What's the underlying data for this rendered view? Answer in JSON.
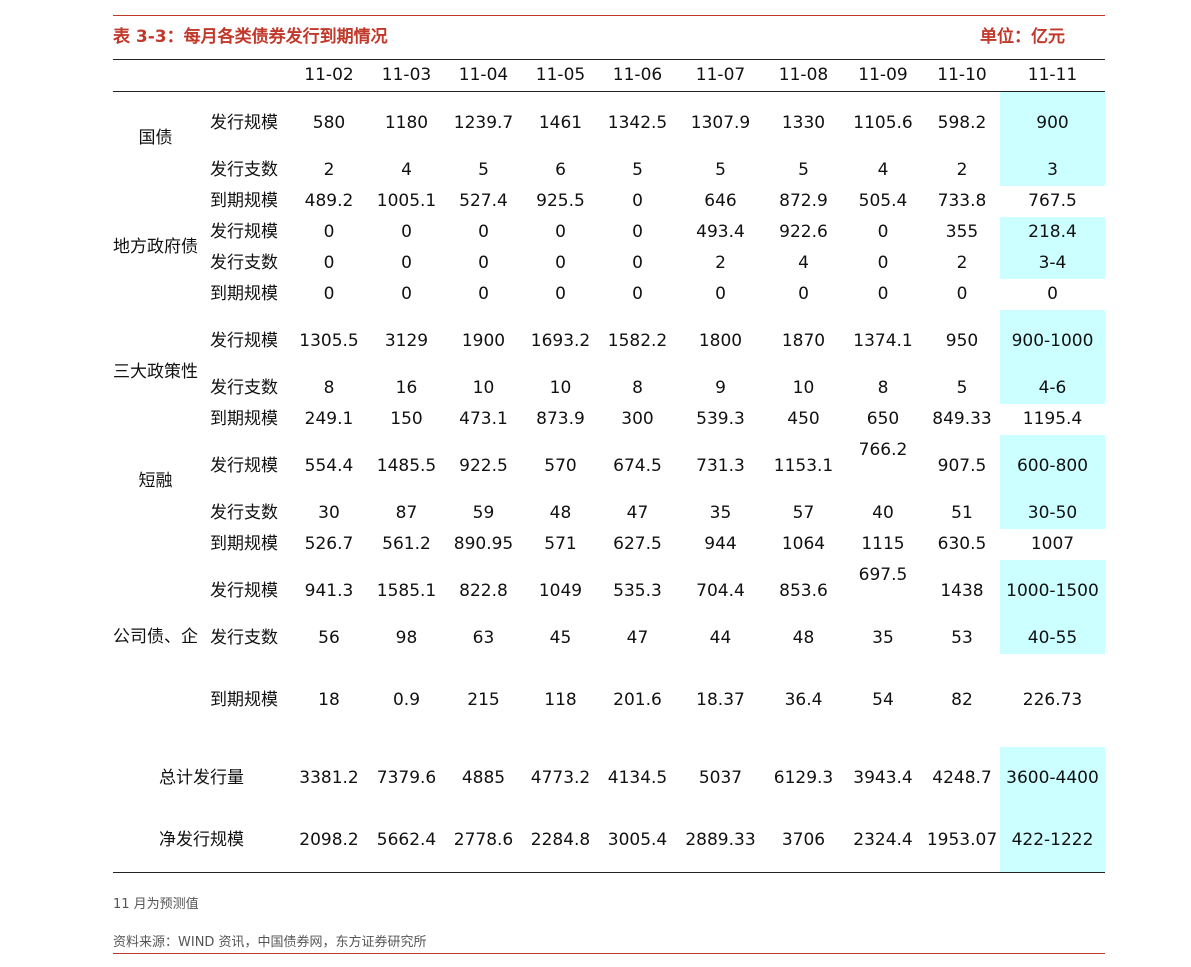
{
  "header": {
    "title": "表 3-3：每月各类债券发行到期情况",
    "unit": "单位：亿元"
  },
  "table": {
    "columns": [
      "11-02",
      "11-03",
      "11-04",
      "11-05",
      "11-06",
      "11-07",
      "11-08",
      "11-09",
      "11-10",
      "11-11"
    ],
    "groups": [
      {
        "name": "国债",
        "rows": [
          {
            "label": "发行规模",
            "values": [
              "580",
              "1180",
              "1239.7",
              "1461",
              "1342.5",
              "1307.9",
              "1330",
              "1105.6",
              "598.2",
              "900"
            ]
          },
          {
            "label": "发行支数",
            "values": [
              "2",
              "4",
              "5",
              "6",
              "5",
              "5",
              "5",
              "4",
              "2",
              "3"
            ]
          },
          {
            "label": "到期规模",
            "values": [
              "489.2",
              "1005.1",
              "527.4",
              "925.5",
              "0",
              "646",
              "872.9",
              "505.4",
              "733.8",
              "767.5"
            ]
          }
        ]
      },
      {
        "name": "地方政府债",
        "rows": [
          {
            "label": "发行规模",
            "values": [
              "0",
              "0",
              "0",
              "0",
              "0",
              "493.4",
              "922.6",
              "0",
              "355",
              "218.4"
            ]
          },
          {
            "label": "发行支数",
            "values": [
              "0",
              "0",
              "0",
              "0",
              "0",
              "2",
              "4",
              "0",
              "2",
              "3-4"
            ]
          },
          {
            "label": "到期规模",
            "values": [
              "0",
              "0",
              "0",
              "0",
              "0",
              "0",
              "0",
              "0",
              "0",
              "0"
            ]
          }
        ]
      },
      {
        "name": "三大政策性银行金融债",
        "rows": [
          {
            "label": "发行规模",
            "values": [
              "1305.5",
              "3129",
              "1900",
              "1693.2",
              "1582.2",
              "1800",
              "1870",
              "1374.1",
              "950",
              "900-1000"
            ]
          },
          {
            "label": "发行支数",
            "values": [
              "8",
              "16",
              "10",
              "10",
              "8",
              "9",
              "10",
              "8",
              "5",
              "4-6"
            ]
          },
          {
            "label": "到期规模",
            "values": [
              "249.1",
              "150",
              "473.1",
              "873.9",
              "300",
              "539.3",
              "450",
              "650",
              "849.33",
              "1195.4"
            ]
          }
        ]
      },
      {
        "name": "短融",
        "rows": [
          {
            "label": "发行规模",
            "values": [
              "554.4",
              "1485.5",
              "922.5",
              "570",
              "674.5",
              "731.3",
              "1153.1",
              "766.2",
              "907.5",
              "600-800"
            ]
          },
          {
            "label": "发行支数",
            "values": [
              "30",
              "87",
              "59",
              "48",
              "47",
              "35",
              "57",
              "40",
              "51",
              "30-50"
            ]
          },
          {
            "label": "到期规模",
            "values": [
              "526.7",
              "561.2",
              "890.95",
              "571",
              "627.5",
              "944",
              "1064",
              "1115",
              "630.5",
              "1007"
            ]
          }
        ]
      },
      {
        "name": "公司债、企业债、可转债、中票",
        "rows": [
          {
            "label": "发行规模",
            "values": [
              "941.3",
              "1585.1",
              "822.8",
              "1049",
              "535.3",
              "704.4",
              "853.6",
              "697.5",
              "1438",
              "1000-1500"
            ]
          },
          {
            "label": "发行支数",
            "values": [
              "56",
              "98",
              "63",
              "45",
              "47",
              "44",
              "48",
              "35",
              "53",
              "40-55"
            ]
          },
          {
            "label": "到期规模",
            "values": [
              "18",
              "0.9",
              "215",
              "118",
              "201.6",
              "18.37",
              "36.4",
              "54",
              "82",
              "226.73"
            ]
          }
        ]
      }
    ],
    "totals": [
      {
        "label": "总计发行量",
        "values": [
          "3381.2",
          "7379.6",
          "4885",
          "4773.2",
          "4134.5",
          "5037",
          "6129.3",
          "3943.4",
          "4248.7",
          "3600-4400"
        ]
      },
      {
        "label": "净发行规模",
        "values": [
          "2098.2",
          "5662.4",
          "2778.6",
          "2284.8",
          "3005.4",
          "2889.33",
          "3706",
          "2324.4",
          "1953.07",
          "422-1222"
        ]
      }
    ]
  },
  "footer": {
    "note": "11 月为预测值",
    "source": "资料来源：WIND 资讯，中国债券网，东方证券研究所"
  },
  "colors": {
    "accent_red": "#c0392b",
    "forecast_highlight": "#ccffff"
  }
}
